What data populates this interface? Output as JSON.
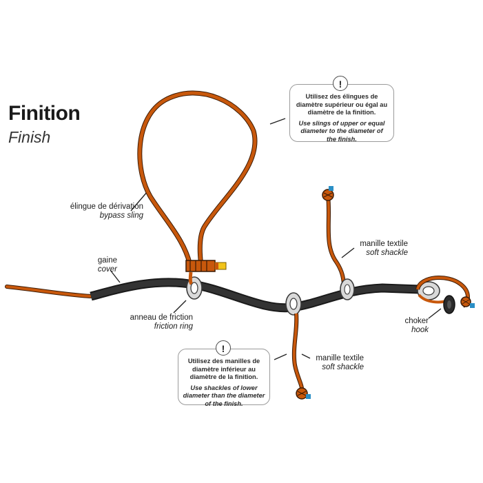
{
  "title": {
    "fr": "Finition",
    "en": "Finish"
  },
  "colors": {
    "rope": "#c8580c",
    "cover": "#2b2b2b",
    "ring": "#d9d9d9",
    "tip_blue": "#2a8fc6",
    "tip_yellow": "#f2c41a"
  },
  "labels": {
    "bypass_sling": {
      "fr": "élingue de dérivation",
      "en": "bypass sling"
    },
    "cover": {
      "fr": "gaine",
      "en": "cover"
    },
    "friction_ring": {
      "fr": "anneau de friction",
      "en": "friction ring"
    },
    "soft_shackle_top": {
      "fr": "manille textile",
      "en": "soft shackle"
    },
    "soft_shackle_bottom": {
      "fr": "manille textile",
      "en": "soft shackle"
    },
    "choker_hook": {
      "fr": "choker",
      "en": "hook"
    }
  },
  "notes": {
    "top": {
      "icon": "warning-icon",
      "symbol": "!",
      "fr": "Utilisez des élingues de diamètre supérieur ou égal au diamètre de la finition.",
      "en": "Use slings of upper or equal diameter to the diameter of the finish."
    },
    "bottom": {
      "icon": "warning-icon",
      "symbol": "!",
      "fr": "Utilisez des manilles de diamètre inférieur au diamètre de la finition.",
      "en": "Use shackles of lower diameter than the diameter of the finish."
    }
  }
}
